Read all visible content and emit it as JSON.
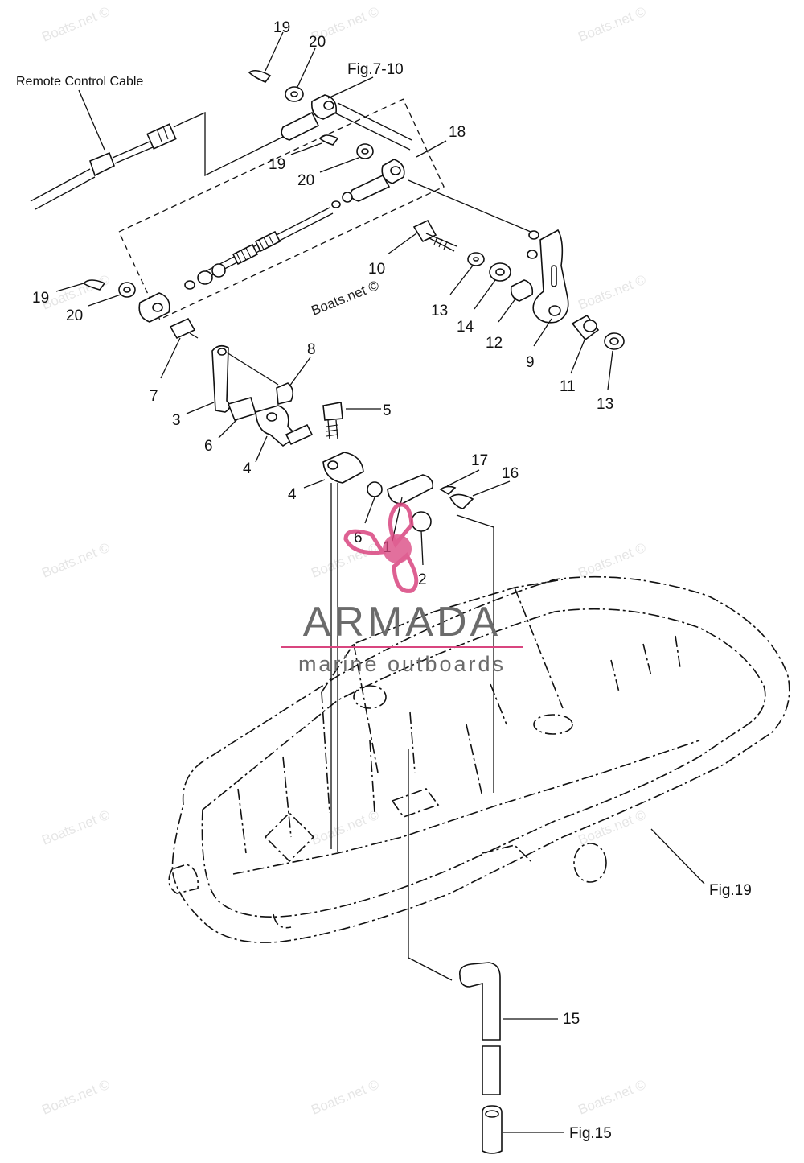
{
  "watermarks": [
    "Boats.net ©",
    "Boats.net ©",
    "Boats.net ©",
    "Boats.net ©",
    "Boats.net ©",
    "Boats.net ©",
    "Boats.net ©",
    "Boats.net ©",
    "Boats.net ©",
    "Boats.net ©",
    "Boats.net ©",
    "Boats.net ©",
    "Boats.net ©",
    "Boats.net ©",
    "Boats.net ©"
  ],
  "center_watermark": "Boats.net ©",
  "references": {
    "remote_cable": "Remote Control Cable",
    "fig_7_10": "Fig.7-10",
    "fig_19": "Fig.19",
    "fig_15": "Fig.15"
  },
  "part_numbers": {
    "p1": "1",
    "p2": "2",
    "p3": "3",
    "p4a": "4",
    "p4b": "4",
    "p5": "5",
    "p6a": "6",
    "p6b": "6",
    "p7": "7",
    "p8": "8",
    "p9": "9",
    "p10": "10",
    "p11": "11",
    "p12": "12",
    "p13a": "13",
    "p13b": "13",
    "p14": "14",
    "p15": "15",
    "p16": "16",
    "p17": "17",
    "p18": "18",
    "p19a": "19",
    "p19b": "19",
    "p19c": "19",
    "p20a": "20",
    "p20b": "20",
    "p20c": "20"
  },
  "brand": {
    "name": "ARMADA",
    "tagline": "marine outboards",
    "accent_color": "#d9457f",
    "text_color": "#6b6b6b"
  }
}
